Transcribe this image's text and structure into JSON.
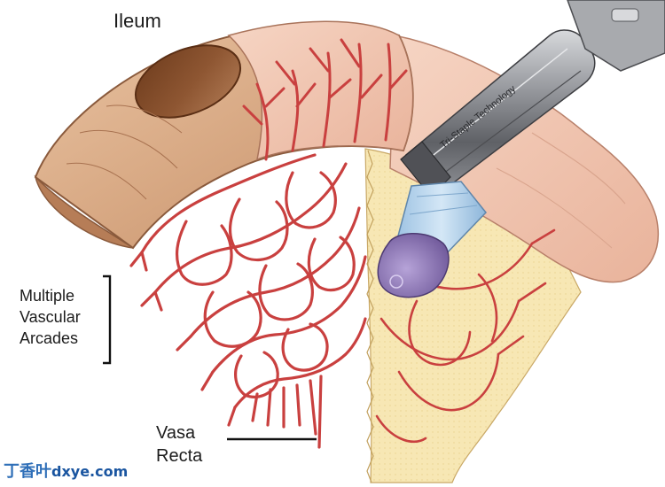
{
  "labels": {
    "ileum": "Ileum",
    "arcades_line1": "Multiple",
    "arcades_line2": "Vascular",
    "arcades_line3": "Arcades",
    "vasa_line1": "Vasa",
    "vasa_line2": "Recta"
  },
  "stapler": {
    "engraving": "Tri-Staple Technology"
  },
  "watermark": {
    "cn": "丁香叶",
    "domain": "dxye.com"
  },
  "colors": {
    "vessel": "#c9403f",
    "bowel_outer": "#d4a07c",
    "bowel_inner": "#8a5230",
    "bowel_pink": "#f2c9b6",
    "mesentery_fat": "#f6e6b0",
    "stapler_metal": "#7d7f84",
    "cartridge_blue": "#b9d6ee",
    "anvil_purple": "#8e78b8",
    "watermark": "#2f6fb8"
  }
}
